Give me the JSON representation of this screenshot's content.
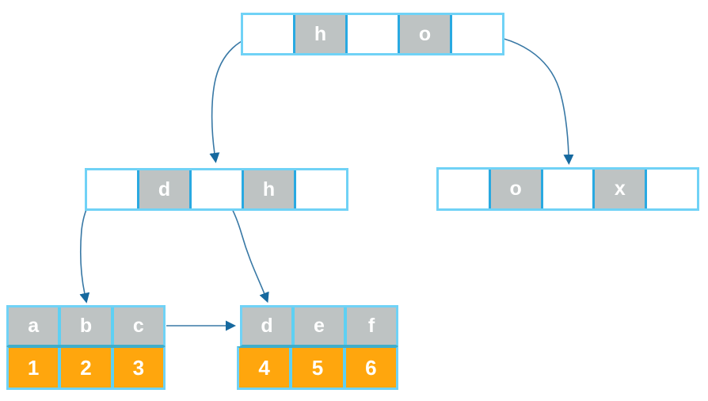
{
  "diagram_type": "trie-btree-structure",
  "nodes": {
    "root": {
      "cells": [
        "",
        "h",
        "",
        "o",
        ""
      ]
    },
    "internal_left": {
      "cells": [
        "",
        "d",
        "",
        "h",
        ""
      ]
    },
    "internal_right": {
      "cells": [
        "",
        "o",
        "",
        "x",
        ""
      ]
    },
    "leaf_left": {
      "keys": [
        "a",
        "b",
        "c"
      ],
      "values": [
        "1",
        "2",
        "3"
      ]
    },
    "leaf_right": {
      "keys": [
        "d",
        "e",
        "f"
      ],
      "values": [
        "4",
        "5",
        "6"
      ]
    }
  },
  "arrows": [
    {
      "from": "root-pointer-cell-left",
      "to": "internal-left-node"
    },
    {
      "from": "root-pointer-cell-right",
      "to": "internal-right-node"
    },
    {
      "from": "internal-left-pointer-cell-left",
      "to": "leaf-node-left"
    },
    {
      "from": "internal-left-pointer-cell-middle",
      "to": "leaf-node-right"
    },
    {
      "from": "leaf-node-left",
      "to": "leaf-node-right"
    }
  ],
  "colors": {
    "node_border": "#70D2F6",
    "key_cell_border": "#29A9E1",
    "leaf_divider": "#5ED0F3",
    "row_divider": "#3FAECB",
    "key_fill": "#BEC3C3",
    "value_fill": "#FFA60D",
    "cell_text": "#FFFFFF",
    "arrow_line": "#3878A5",
    "arrow_head": "#16699F",
    "background": "#FFFFFF"
  }
}
